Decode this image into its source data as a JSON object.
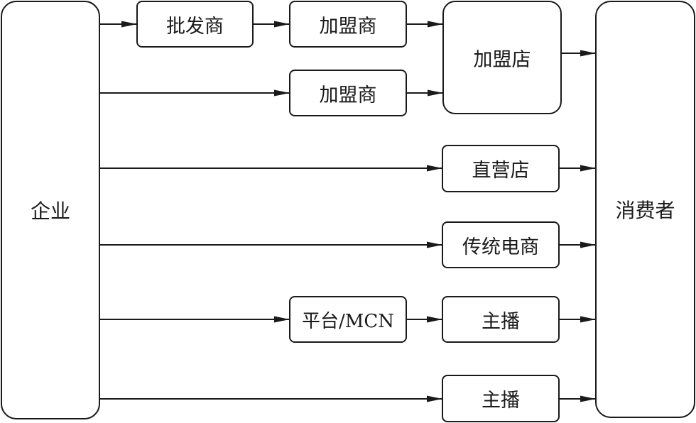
{
  "nodes": {
    "enterprise": "企业",
    "wholesaler": "批发商",
    "franchisee_top": "加盟商",
    "franchisee_mid": "加盟商",
    "franchise_store": "加盟店",
    "direct_store": "直营店",
    "traditional_ecommerce": "传统电商",
    "platform_mcn": "平台/MCN",
    "host_upper": "主播",
    "host_lower": "主播",
    "consumer": "消费者"
  }
}
